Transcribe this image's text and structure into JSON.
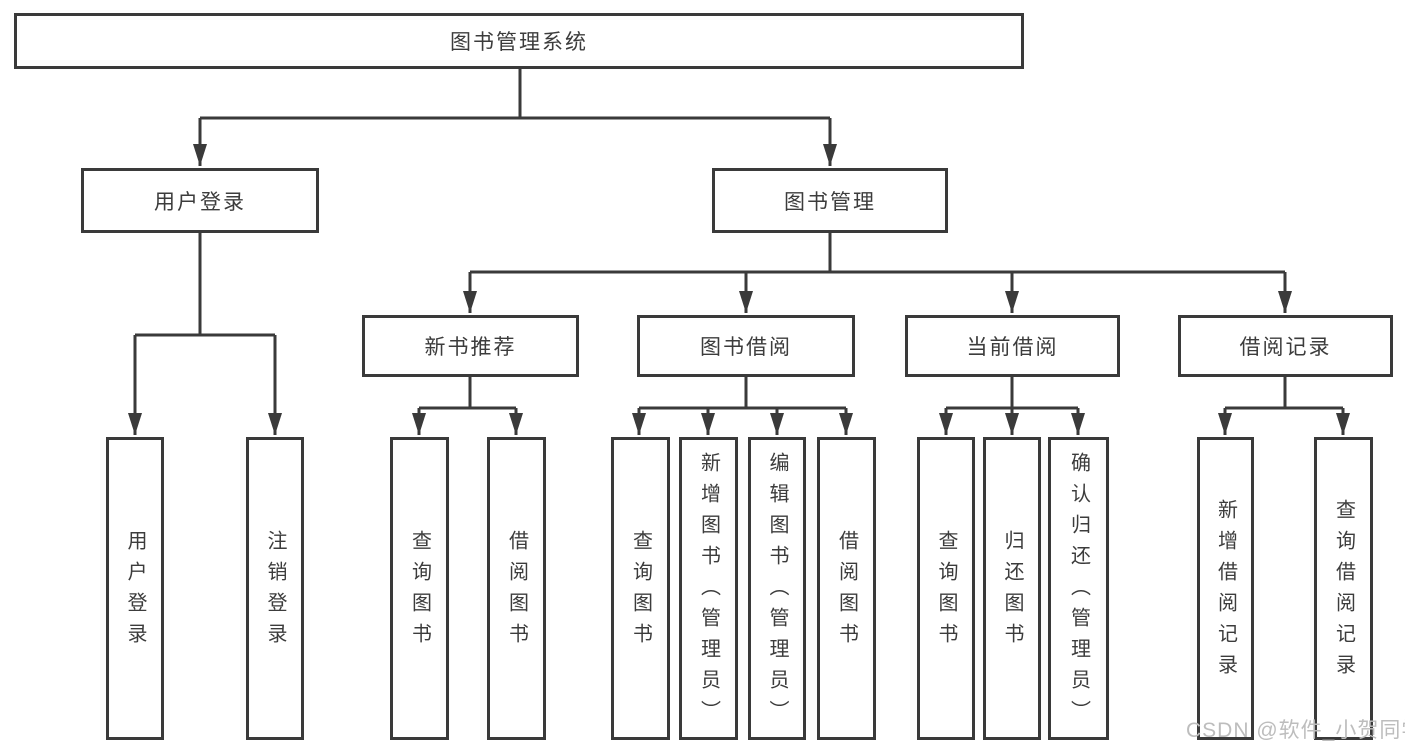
{
  "diagram": {
    "title_hint": "library management system functional structure chart",
    "root": {
      "label": "图书管理系统"
    },
    "level2": [
      {
        "label": "用户登录"
      },
      {
        "label": "图书管理"
      }
    ],
    "level3": [
      {
        "label": "新书推荐"
      },
      {
        "label": "图书借阅"
      },
      {
        "label": "当前借阅"
      },
      {
        "label": "借阅记录"
      }
    ],
    "leaves": {
      "user_login": [
        "用户登录",
        "注销登录"
      ],
      "new_book": [
        "查询图书",
        "借阅图书"
      ],
      "book_borrow": [
        "查询图书",
        "新增图书（管理员）",
        "编辑图书（管理员）",
        "借阅图书"
      ],
      "current_borrow": [
        "查询图书",
        "归还图书",
        "确认归还（管理员）"
      ],
      "borrow_record": [
        "新增借阅记录",
        "查询借阅记录"
      ]
    },
    "watermark": "CSDN @软件_小贺同学",
    "colors": {
      "line": "#3a3a3a",
      "text": "#3c3c3c",
      "watermark": "#bdbdbd",
      "background": "#ffffff"
    }
  }
}
